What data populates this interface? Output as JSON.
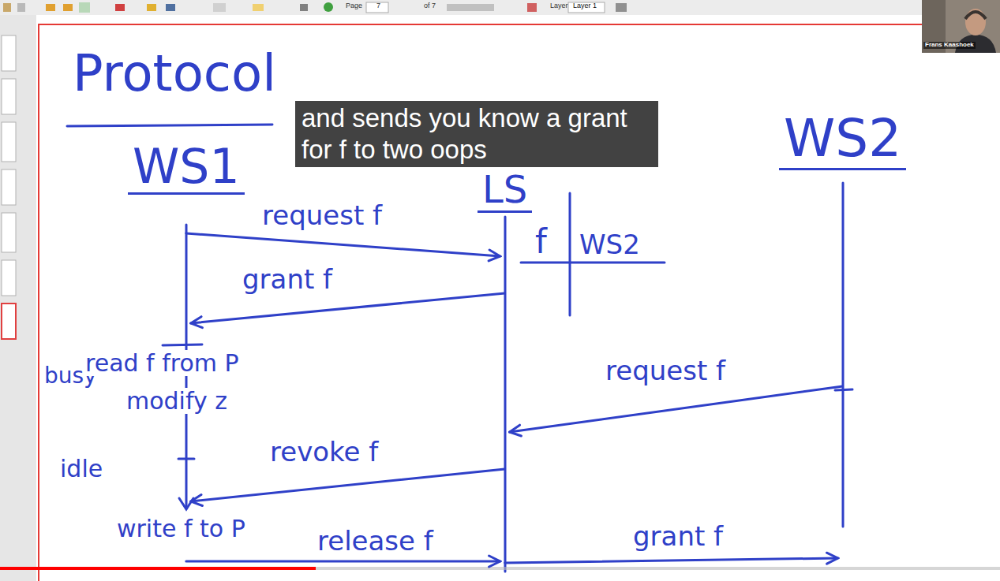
{
  "diagram": {
    "title": "Protocol",
    "caption": "and sends you know a grant for f to two oops",
    "nodes": [
      {
        "text": [
          "WS1"
        ]
      },
      {
        "text": [
          "LS"
        ]
      },
      {
        "text": [
          "WS2"
        ]
      }
    ],
    "edges": [
      {
        "from": 0,
        "to": 1,
        "label": "request f",
        "arrow": "to"
      },
      {
        "from": 1,
        "to": 0,
        "label": "grant f",
        "arrow": "to"
      },
      {
        "from": 2,
        "to": 1,
        "label": "request f",
        "arrow": "to"
      },
      {
        "from": 1,
        "to": 0,
        "label": "revoke f",
        "arrow": "to"
      },
      {
        "from": 0,
        "to": 1,
        "label": "release f",
        "arrow": "to"
      },
      {
        "from": 1,
        "to": 2,
        "label": "grant f",
        "arrow": "to"
      }
    ],
    "labels": [
      "f",
      "WS2",
      "busy",
      "read f from P",
      "modify z",
      "idle",
      "write f to P",
      "Page",
      "7",
      "of 7",
      "Layer",
      "Layer 1",
      "Frans Kaashoek"
    ]
  }
}
